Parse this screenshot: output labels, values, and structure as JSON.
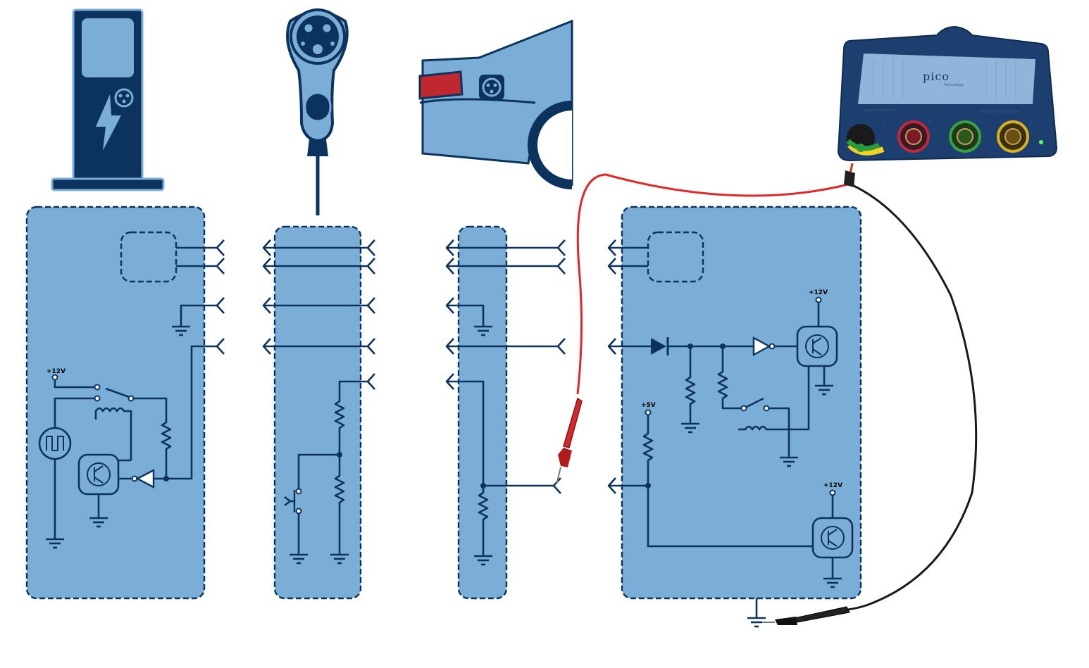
{
  "labels": {
    "evse_supply": "+12V",
    "vehicle_supply_a": "+12V",
    "vehicle_supply_b": "+5V",
    "vehicle_supply_c": "+12V"
  },
  "scope": {
    "logo": "pico",
    "logo_sub": "Technology",
    "url": "www.picoauto.com",
    "model": "PicoScope Automotive",
    "channels": [
      "A",
      "B",
      "C",
      "D"
    ]
  },
  "colors": {
    "panel": "#7aaed6",
    "wire": "#0c335d",
    "probe_red": "#e02828",
    "probe_black": "#1a1a1a"
  },
  "icons": [
    "charging-station-icon",
    "charging-connector-icon",
    "vehicle-inlet-icon",
    "oscilloscope-icon"
  ]
}
